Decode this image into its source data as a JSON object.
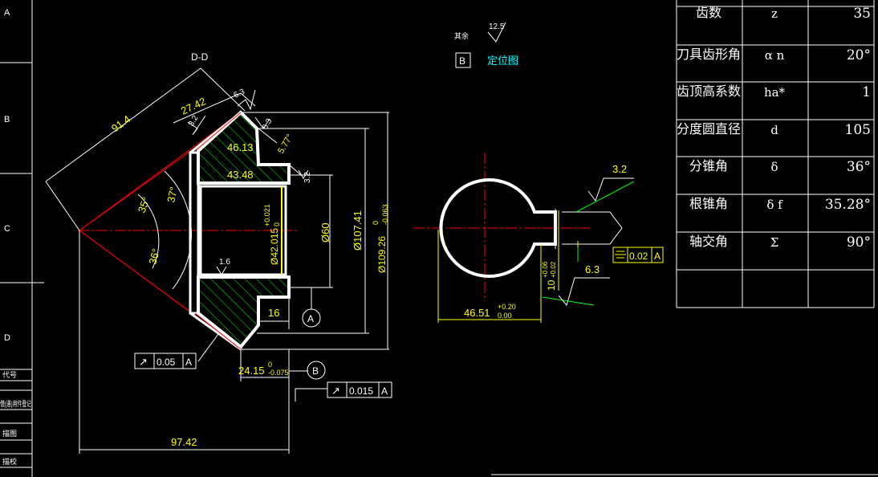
{
  "frame": {
    "zone_labels": [
      "A",
      "B",
      "C",
      "D"
    ],
    "title_block": [
      "代号",
      "借(通)用件登记",
      "描图",
      "描校"
    ]
  },
  "drawing": {
    "section_label": "D-D",
    "dimensions": {
      "cone_length": "91.4",
      "face_width": "27.42",
      "outer_width": "46.13",
      "inner_width": "43.48",
      "root_angle": "35°",
      "pitch_angle": "37°",
      "back_angle": "36°",
      "hub_len": "16",
      "bore": "Ø42.015",
      "bore_tol_upper": "+0.021",
      "bore_tol_lower": "0",
      "hub_dia": "Ø60",
      "tip_dia": "Ø107.41",
      "outer_dia": "Ø109.26",
      "outer_tol_upper": "0",
      "outer_tol_lower": "-0.063",
      "mount_dist": "24.15",
      "mount_tol_upper": "0",
      "mount_tol_lower": "-0.075",
      "total_len": "97.42",
      "chamfer": "5.77°",
      "rough_32": "3.2",
      "rough_63": "6.3",
      "rough_16": "1.6"
    },
    "tolerance_frames": [
      {
        "symbol": "↗",
        "value": "0.05",
        "datum": "A"
      },
      {
        "symbol": "↗",
        "value": "0.015",
        "datum": "A"
      }
    ],
    "datums": [
      "A",
      "B"
    ]
  },
  "keyway_view": {
    "rough_a": "3.2",
    "rough_b": "6.3",
    "sym_value": "0.02",
    "sym_datum": "A",
    "key_width": "10",
    "key_tol_upper": "+0.06",
    "key_tol_lower": "+0.02",
    "depth": "46.51",
    "depth_tol_upper": "+0.20",
    "depth_tol_lower": "0.00"
  },
  "notes": {
    "remaining_label": "其余",
    "remaining_rough": "12.5",
    "locator_box": "B",
    "locator_text": "定位图"
  },
  "param_table": [
    {
      "name": "齿数",
      "symbol": "z",
      "value": "35"
    },
    {
      "name": "刀具齿形角",
      "symbol": "α n",
      "value": "20°"
    },
    {
      "name": "齿顶高系数",
      "symbol": "ha*",
      "value": "1"
    },
    {
      "name": "分度圆直径",
      "symbol": "d",
      "value": "105"
    },
    {
      "name": "分锥角",
      "symbol": "δ",
      "value": "36°"
    },
    {
      "name": "根锥角",
      "symbol": "δ f",
      "value": "35.28°"
    },
    {
      "name": "轴交角",
      "symbol": "Σ",
      "value": "90°"
    },
    {
      "name": "",
      "symbol": "",
      "value": ""
    }
  ],
  "colors": {
    "background": "#000000",
    "outline": "#ffffff",
    "dimension": "#ffff00",
    "hatch": "#00ff00",
    "centerline": "#ff0000",
    "locator": "#00ffff"
  }
}
